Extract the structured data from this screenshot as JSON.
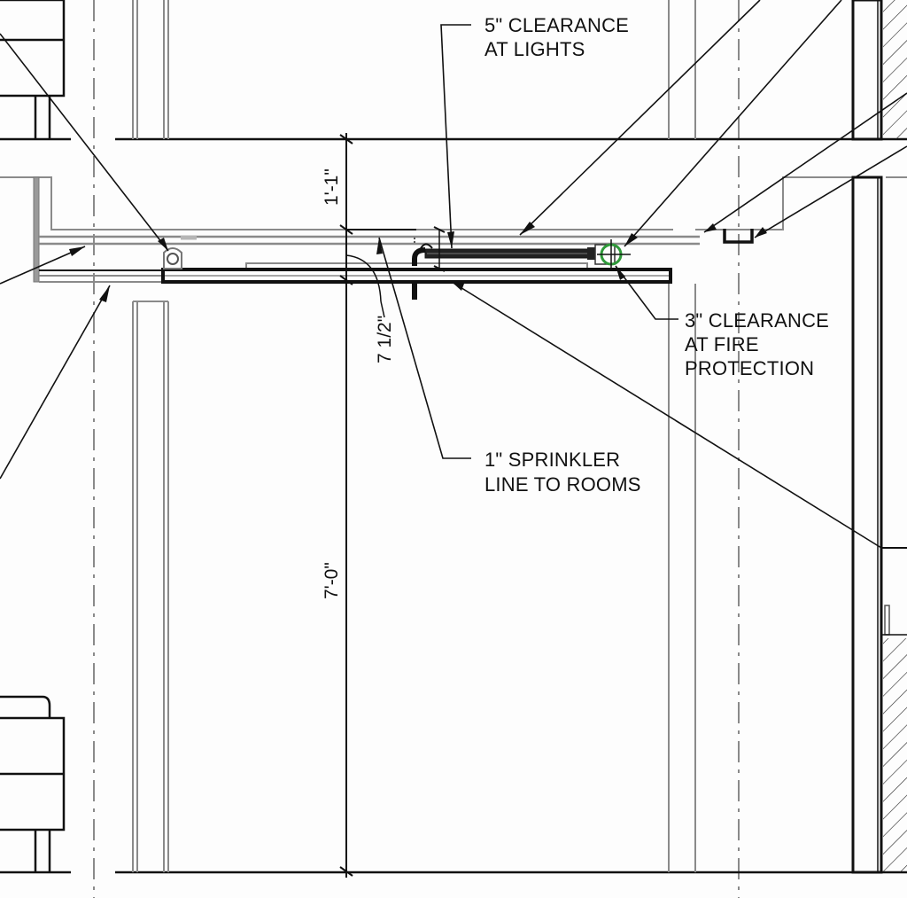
{
  "drawing": {
    "type": "architectural building section detail",
    "colors": {
      "ink": "#111111",
      "grey_line": "#8a8a8a",
      "light_line": "#b5b5b5",
      "sprinkler_head": "#2f9a3a",
      "background": "#fdfdfd"
    }
  },
  "annotations": {
    "lights_clearance": {
      "line1": "5\" CLEARANCE",
      "line2": "AT LIGHTS"
    },
    "fire_protection_clearance": {
      "line1": "3\"  CLEARANCE",
      "line2": "AT FIRE",
      "line3": "PROTECTION"
    },
    "sprinkler_line": {
      "line1": "1\" SPRINKLER",
      "line2": "LINE TO ROOMS"
    }
  },
  "dimensions": {
    "upper": "1'-1\"",
    "ceiling_offset": "7 1/2\"",
    "floor_to_ceiling": "7'-0\""
  }
}
